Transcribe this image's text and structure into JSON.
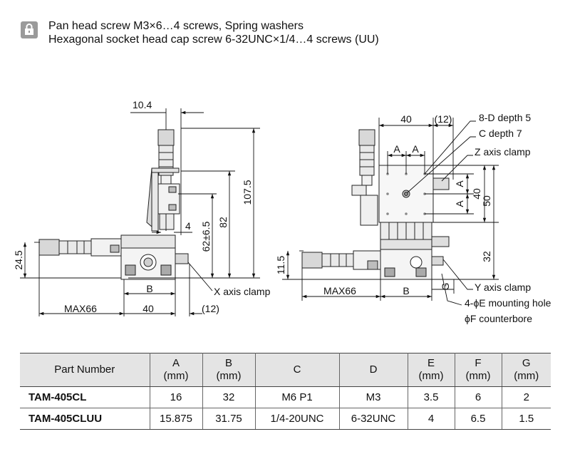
{
  "notes": {
    "line1": "Pan head screw M3×6…4 screws, Spring washers",
    "line2": "Hexagonal socket head cap screw 6-32UNC×1/4…4 screws (UU)"
  },
  "left_view": {
    "dim_10_4": "10.4",
    "dim_107_5": "107.5",
    "dim_82": "82",
    "dim_62": "62±6.5",
    "dim_4": "4",
    "dim_24_5": "24.5",
    "dim_b": "B",
    "dim_max66": "MAX66",
    "dim_40": "40",
    "dim_12": "(12)",
    "x_clamp": "X axis clamp"
  },
  "right_view": {
    "dim_40": "40",
    "dim_12": "(12)",
    "a1": "A",
    "a2": "A",
    "a3": "A",
    "a4": "A",
    "dim_40v": "40",
    "dim_50": "50",
    "dim_32": "32",
    "dim_11_5": "11.5",
    "dim_max66": "MAX66",
    "dim_b": "B",
    "dim_g": "G",
    "label_8d": "8-D depth 5",
    "label_c": "C depth 7",
    "label_z": "Z axis clamp",
    "label_y": "Y axis clamp",
    "label_e": "4-ϕE mounting hole",
    "label_f": "ϕF counterbore"
  },
  "table": {
    "headers": [
      [
        "Part Number"
      ],
      [
        "A",
        "(mm)"
      ],
      [
        "B",
        "(mm)"
      ],
      [
        "C"
      ],
      [
        "D"
      ],
      [
        "E",
        "(mm)"
      ],
      [
        "F",
        "(mm)"
      ],
      [
        "G",
        "(mm)"
      ]
    ],
    "rows": [
      [
        "TAM-405CL",
        "16",
        "32",
        "M6 P1",
        "M3",
        "3.5",
        "6",
        "2"
      ],
      [
        "TAM-405CLUU",
        "15.875",
        "31.75",
        "1/4-20UNC",
        "6-32UNC",
        "4",
        "6.5",
        "1.5"
      ]
    ]
  }
}
